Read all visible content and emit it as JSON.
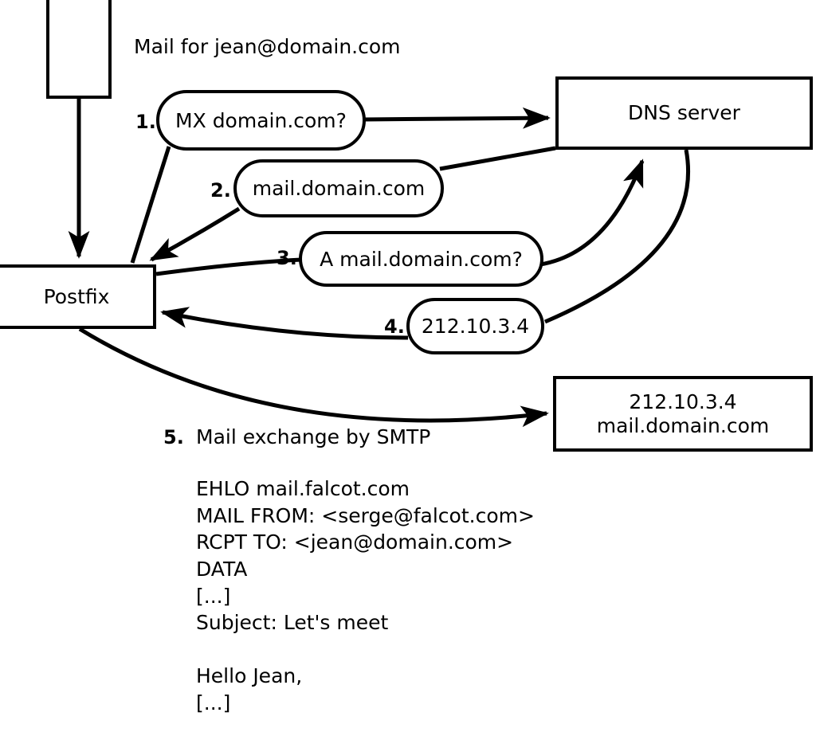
{
  "diagram": {
    "title_note": "Mail for jean@domain.com",
    "nodes": {
      "source": {
        "label": ""
      },
      "dns": {
        "label": "DNS server"
      },
      "postfix": {
        "label": "Postfix"
      },
      "mailserver": {
        "line1": "212.10.3.4",
        "line2": "mail.domain.com"
      }
    },
    "steps": [
      {
        "num": "1.",
        "bubble": "MX domain.com?"
      },
      {
        "num": "2.",
        "bubble": "mail.domain.com"
      },
      {
        "num": "3.",
        "bubble": "A mail.domain.com?"
      },
      {
        "num": "4.",
        "bubble": "212.10.3.4"
      },
      {
        "num": "5.",
        "label": "Mail exchange by SMTP"
      }
    ],
    "smtp_transcript": "EHLO mail.falcot.com\nMAIL FROM: <serge@falcot.com>\nRCPT TO: <jean@domain.com>\nDATA\n[...]\nSubject: Let's meet\n\nHello Jean,\n[...]\n.",
    "colors": {
      "stroke": "#000000",
      "fill": "#ffffff",
      "background": "#ffffff"
    }
  }
}
